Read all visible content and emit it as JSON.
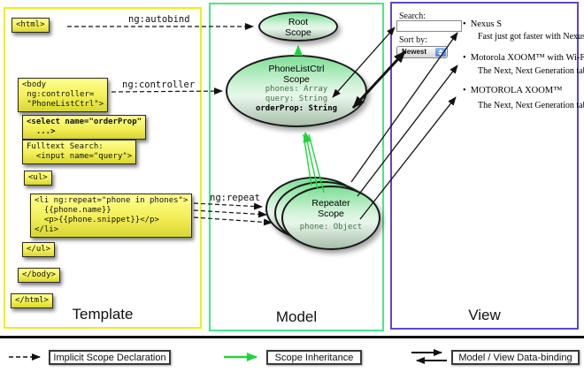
{
  "template_panel": {
    "title": "Template",
    "boxes": {
      "html_open": "<html>",
      "body_open": "<body\n ng:controller=\n \"PhoneListCtrl\">",
      "select": "<select name=\"orderProp\"\n  ...>",
      "fulltext": "Fulltext Search:\n  <input name=\"query\">",
      "ul_open": "<ul>",
      "li_repeat": "<li ng:repeat=\"phone in phones\">\n  {{phone.name}}\n  <p>{{phone.snippet}}</p>\n</li>",
      "ul_close": "</ul>",
      "body_close": "</body>",
      "html_close": "</html>"
    }
  },
  "directive_labels": {
    "autobind": "ng:autobind",
    "controller": "ng:controller",
    "repeat": "ng:repeat"
  },
  "model_panel": {
    "title": "Model",
    "root_scope": {
      "line1": "Root",
      "line2": "Scope"
    },
    "phonelistctrl_scope": {
      "line1": "PhoneListCtrl",
      "line2": "Scope",
      "prop_phones": "phones: Array",
      "prop_query": "query: String",
      "prop_orderprop": "orderProp: String"
    },
    "repeater_scope": {
      "line1": "Repeater",
      "line2": "Scope",
      "prop_phone": "phone: Object"
    }
  },
  "view_panel": {
    "title": "View",
    "search_label": "Search:",
    "sort_label": "Sort by:",
    "sort_value": "Newest",
    "bullet": "•",
    "items": [
      {
        "name": "Nexus S",
        "desc": "Fast just got faster with Nexus S."
      },
      {
        "name": "Motorola XOOM™ with Wi-Fi",
        "desc": "The Next, Next Generation tablet."
      },
      {
        "name": "MOTOROLA XOOM™",
        "desc": "The Next, Next Generation tablet."
      }
    ]
  },
  "legend": {
    "implicit_scope": "Implicit Scope Declaration",
    "scope_inheritance": "Scope Inheritance",
    "data_binding": "Model / View Data-binding"
  },
  "colors": {
    "template_border": "#f2ee0a",
    "model_border": "#50e28e",
    "view_border": "#5a49c9",
    "inheritance_green": "#1ed43e",
    "box_yellow": "#f2ef57"
  }
}
